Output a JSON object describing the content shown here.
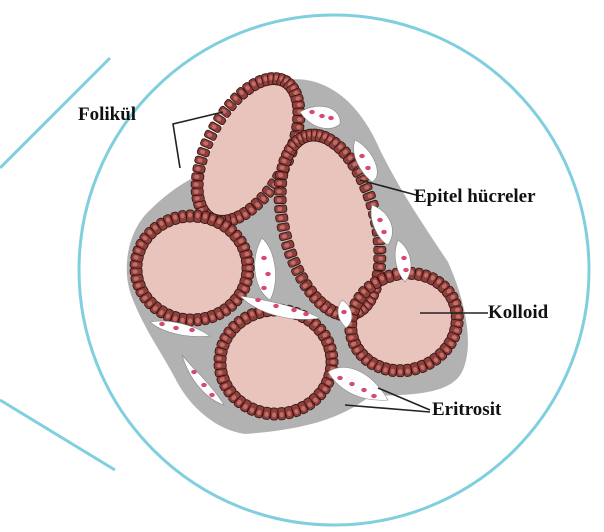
{
  "labels": {
    "follicle": "Folikül",
    "epithelial_cells": "Epitel hücreler",
    "colloid": "Kolloid",
    "erythrocyte": "Eritrosit"
  },
  "colors": {
    "frame": "#7fcfdf",
    "tissue": "#b2b2b2",
    "colloid": "#e8c4bd",
    "cell_fill": "#8c3f3b",
    "cell_outline": "#3a1512",
    "nucleus": "#c56c67",
    "capillary": "#ffffff",
    "erythrocyte": "#d64a72",
    "leader_line": "#222222"
  }
}
